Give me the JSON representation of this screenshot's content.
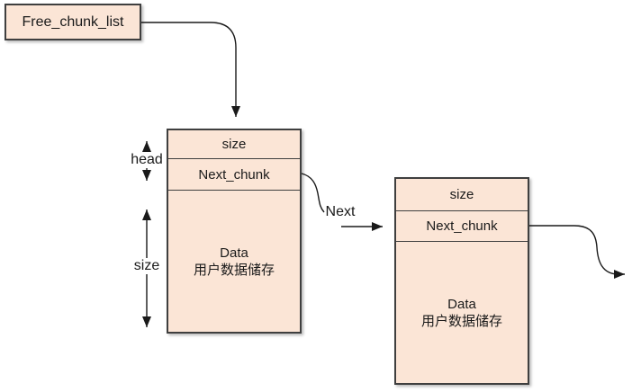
{
  "diagram": {
    "title_box": {
      "label": "Free_chunk_list"
    },
    "side_labels": {
      "head": "head",
      "size": "size"
    },
    "next_label": "Next",
    "chunks": [
      {
        "size_row": "size",
        "next_row": "Next_chunk",
        "data_line1": "Data",
        "data_line2": "用户数据储存"
      },
      {
        "size_row": "size",
        "next_row": "Next_chunk",
        "data_line1": "Data",
        "data_line2": "用户数据储存"
      }
    ],
    "colors": {
      "chunk_fill": "#fbe5d6",
      "border": "#3f3f3f",
      "line": "#1a1a1a",
      "background": "#ffffff"
    }
  }
}
